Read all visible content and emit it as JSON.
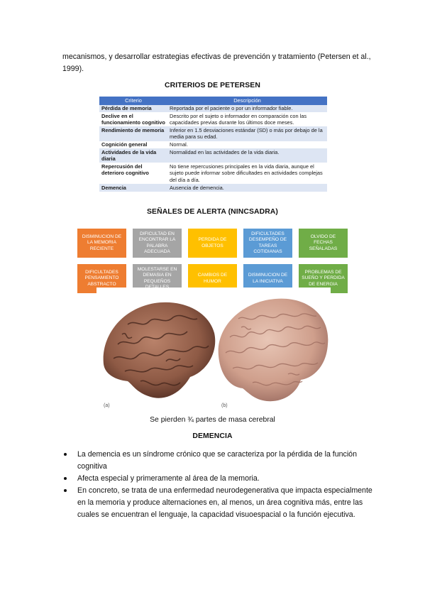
{
  "intro_text": "mecanismos, y desarrollar estrategias efectivas de prevención y tratamiento (Petersen et al., 1999).",
  "petersen": {
    "heading": "CRITERIOS DE PETERSEN",
    "header_criterio": "Criterio",
    "header_descripcion": "Descripción",
    "rows": [
      {
        "criterio": "Pérdida de memoria",
        "descripcion": "Reportada por el paciente o por un informador fiable."
      },
      {
        "criterio": "Declive en el funcionamiento cognitivo",
        "descripcion": "Descrito por el sujeto o informador en comparación con las capacidades previas durante los últimos doce meses."
      },
      {
        "criterio": "Rendimiento de memoria",
        "descripcion": "Inferior en 1.5 desviaciones estándar (SD) o más por debajo de la media para su edad."
      },
      {
        "criterio": "Cognición general",
        "descripcion": "Normal."
      },
      {
        "criterio": "Actividades de la vida diaria",
        "descripcion": "Normalidad en las actividades de la vida diaria."
      },
      {
        "criterio": "Repercusión del deterioro cognitivo",
        "descripcion": "No tiene repercusiones principales en la vida diaria, aunque el sujeto puede informar sobre dificultades en actividades complejas del día a día."
      },
      {
        "criterio": "Demencia",
        "descripcion": "Ausencia de demencia."
      }
    ]
  },
  "alerts": {
    "heading": "SEÑALES DE ALERTA (NINCSADRA)",
    "tiles": [
      {
        "label": "Disminucion de la memoria reciente",
        "color": "#ee7d31"
      },
      {
        "label": "Dificultad en encontrar la palabra adecuada",
        "color": "#a5a5a5"
      },
      {
        "label": "Perdida de objetos",
        "color": "#ffc000"
      },
      {
        "label": "Dificultades desempeño de tareas cotidianas",
        "color": "#5b9bd5"
      },
      {
        "label": "Olvido de fechas señaladas",
        "color": "#70ad47"
      },
      {
        "label": "Dificultades pensamiento abstracto",
        "color": "#ee7d31"
      },
      {
        "label": "Molestarse en demasia en pequeños detalles",
        "color": "#a5a5a5"
      },
      {
        "label": "Cambios de humor",
        "color": "#ffc000"
      },
      {
        "label": "Disminucion de la iniciativa",
        "color": "#5b9bd5"
      },
      {
        "label": "Problemas de sueño y perdida de energia",
        "color": "#70ad47"
      }
    ]
  },
  "figure": {
    "label_a": "(a)",
    "label_b": "(b)",
    "caption": "Se pierden ¾ partes de masa cerebral"
  },
  "dementia": {
    "heading": "DEMENCIA",
    "bullets": [
      "La demencia es un síndrome crónico que se caracteriza por la pérdida de la función cognitiva",
      "Afecta especial y primeramente al área de la memoria.",
      "En concreto, se trata de una enfermedad neurodegenerativa que impacta especialmente en la memoria y produce alternaciones en, al menos, un área cognitiva más, entre las cuales se encuentran el lenguaje, la capacidad visuoespacial o la función ejecutiva."
    ]
  }
}
